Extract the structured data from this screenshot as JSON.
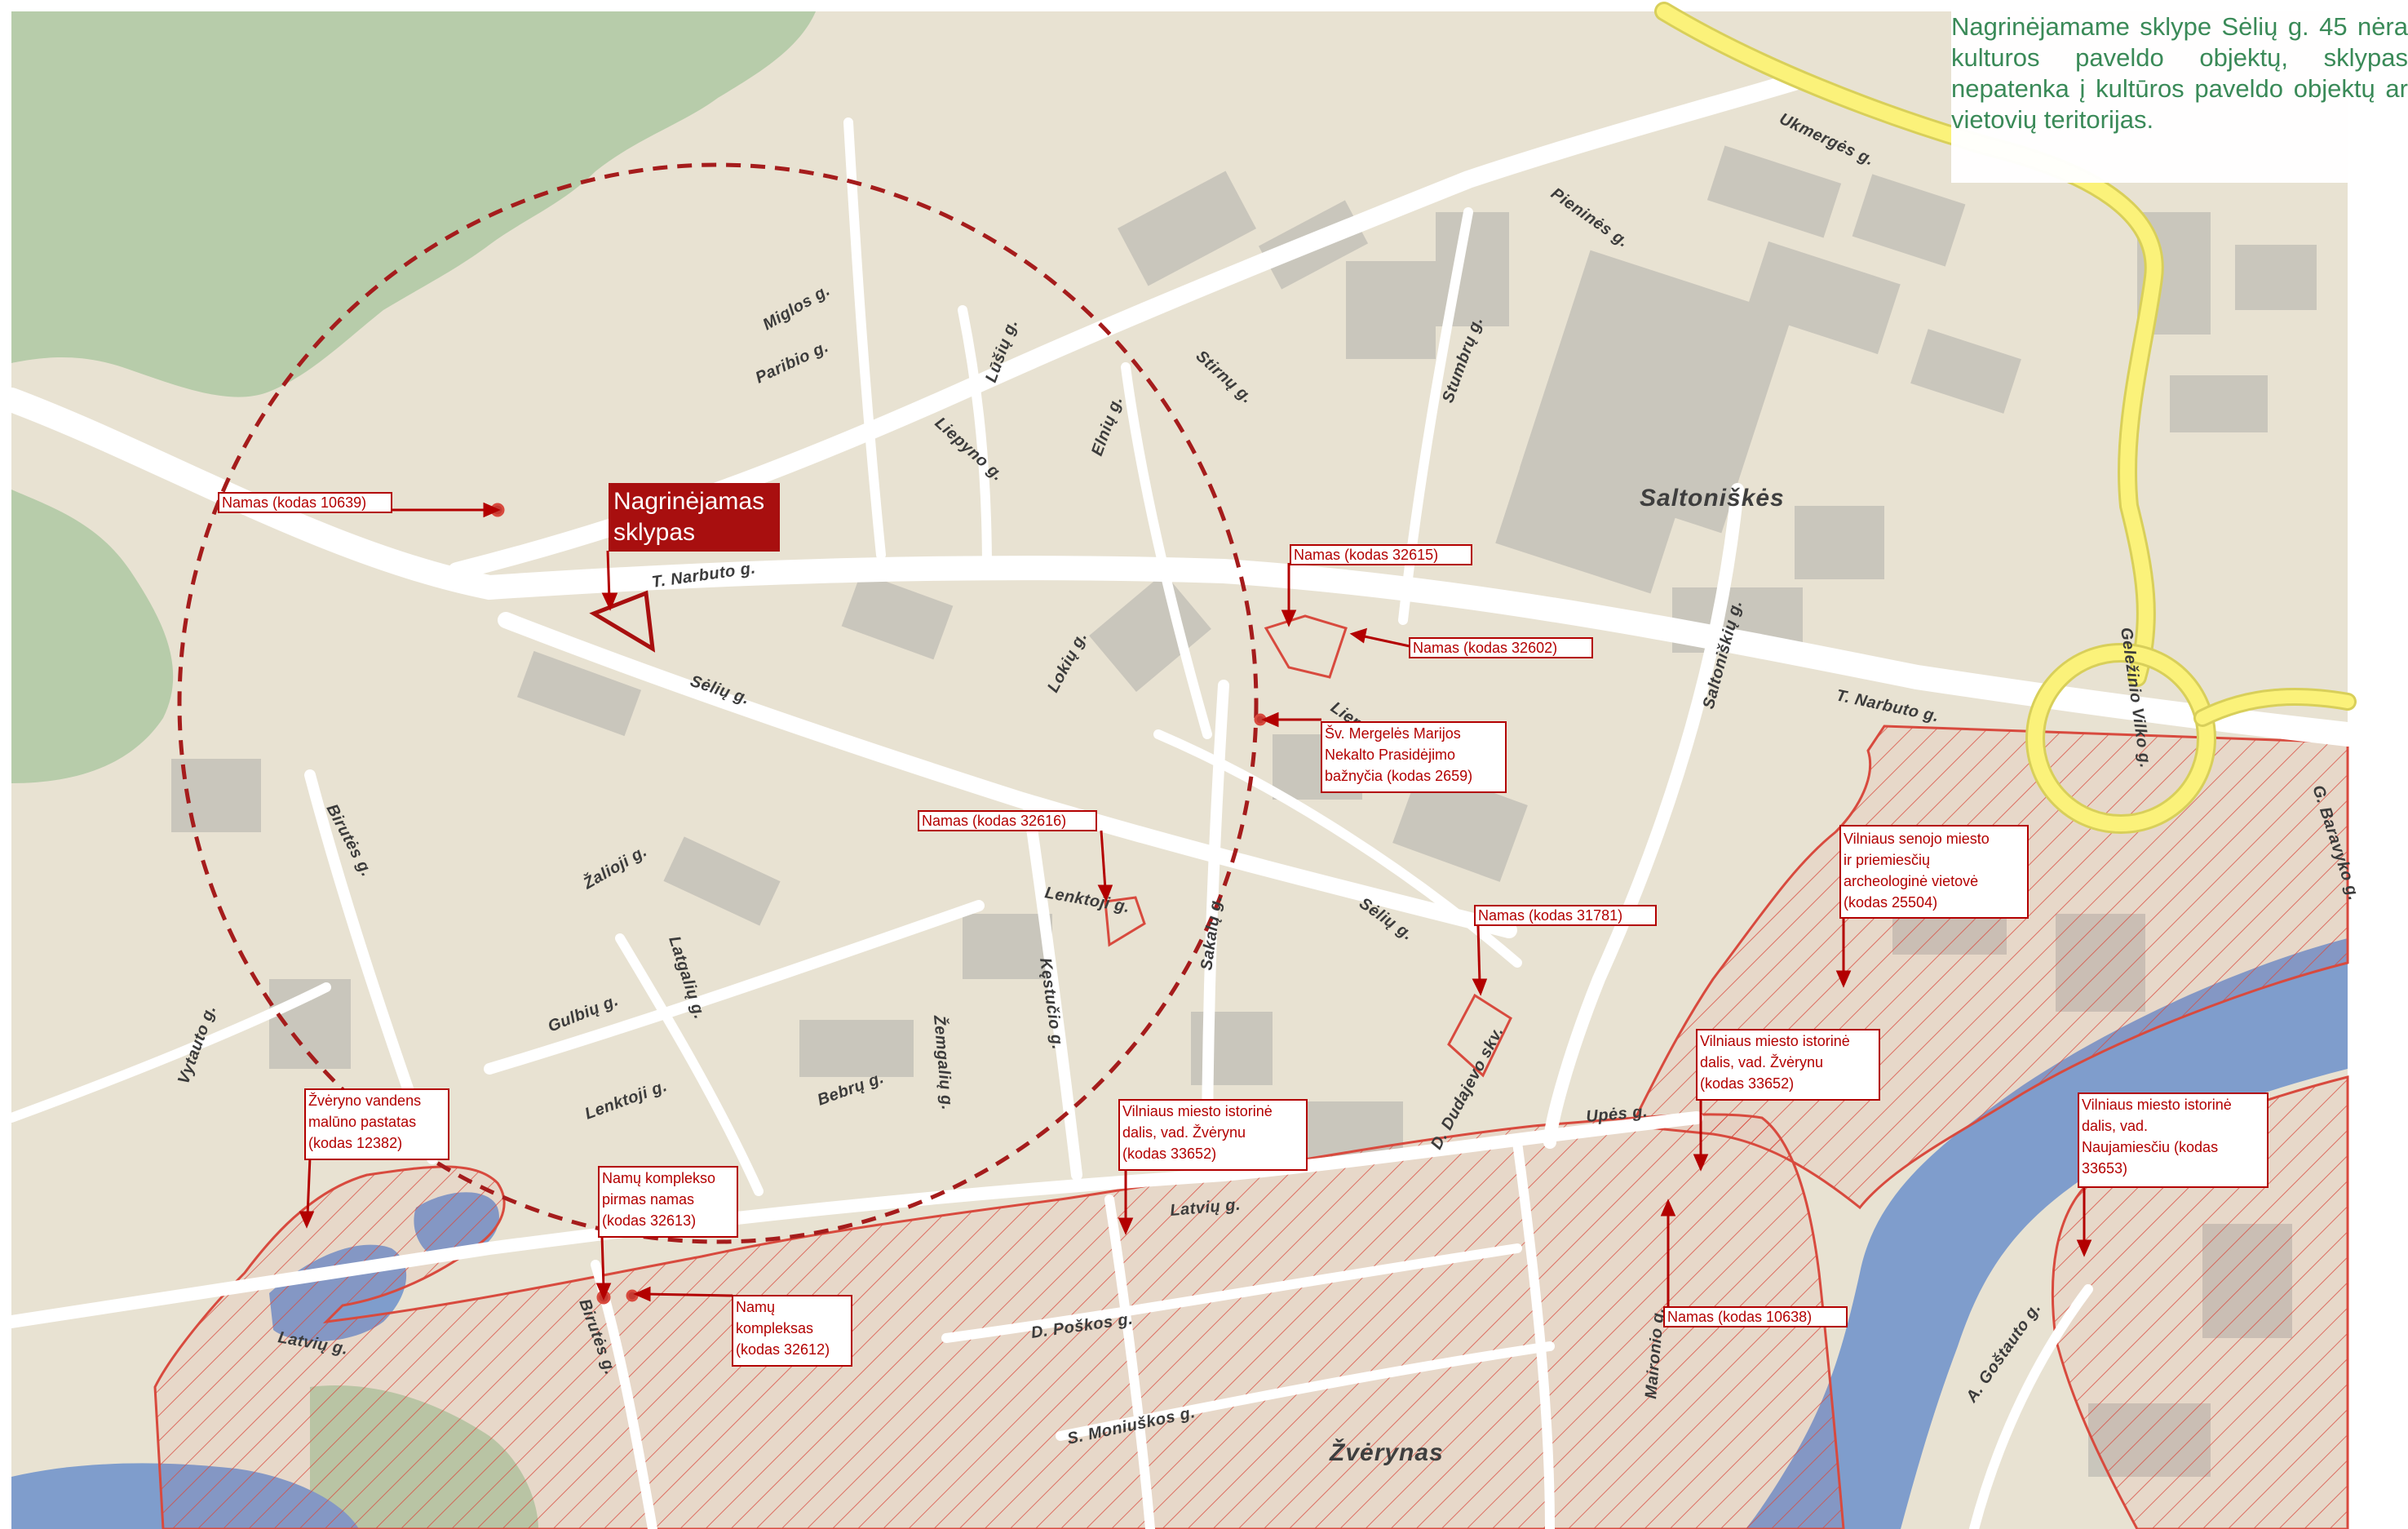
{
  "info_box": {
    "text": "Nagrinėjamame sklype Sėlių g. 45 nėra kulturos paveldo objektų, sklypas nepatenka į kultūros paveldo objektų ar vietovių teritorijas."
  },
  "subject_site": {
    "label_line1": "Nagrinėjamas",
    "label_line2": "sklypas",
    "fill_color": "#a80f0f"
  },
  "colors": {
    "land": "#e8e2d2",
    "forest": "#b7ccaa",
    "water": "#7f9dcc",
    "road": "#ffffff",
    "major_road": "#fbf27a",
    "building": "#c8c4bb",
    "heritage": "#d84a3e",
    "label_border": "#b30000",
    "radius_circle": "#a51c1c"
  },
  "districts": [
    "Saltoniškės",
    "Žvėrynas"
  ],
  "streets": [
    "Ukmergės g.",
    "Pieninės g.",
    "Miglos g.",
    "Paribio g.",
    "Lūšių g.",
    "Stirnų g.",
    "Stumbrų g.",
    "Liepyno g.",
    "Elnių g.",
    "T. Narbuto g.",
    "T. Narbuto g.",
    "Sėlių g.",
    "Lokių g.",
    "Saltoniškių g.",
    "Geležinio Vilko g.",
    "G. Baravyko g.",
    "Birutės g.",
    "Žalioji g.",
    "Lenktoji g.",
    "Kęstučio g.",
    "Sakalų g.",
    "Sėlių g.",
    "Gulbių g.",
    "Latgalių g.",
    "Žemgalių g.",
    "Bebrų g.",
    "Lenktoji g.",
    "Vytauto g.",
    "D. Dudajevo skv.",
    "Upės g.",
    "Latvių g.",
    "Latvių g.",
    "D. Poškos g.",
    "S. Moniuškos g.",
    "Birutės g.",
    "Maironio g.",
    "A. Goštauto g.",
    "Liepyno g."
  ],
  "labels": [
    {
      "id": "10639",
      "text": "Namas (kodas 10639)"
    },
    {
      "id": "32615",
      "text": "Namas (kodas 32615)"
    },
    {
      "id": "32602",
      "text": "Namas (kodas 32602)"
    },
    {
      "id": "2659",
      "text": "Šv. Mergelės Marijos\nNekalto Prasidėjimo\nbažnyčia (kodas 2659)"
    },
    {
      "id": "32616",
      "text": "Namas (kodas 32616)"
    },
    {
      "id": "25504",
      "text": "Vilniaus senojo miesto\nir priemiesčių\narcheologinė vietovė\n(kodas 25504)"
    },
    {
      "id": "31781",
      "text": "Namas (kodas 31781)"
    },
    {
      "id": "33652a",
      "text": "Vilniaus miesto istorinė\ndalis, vad. Žvėrynu\n(kodas 33652)"
    },
    {
      "id": "33652b",
      "text": "Vilniaus miesto istorinė\ndalis, vad. Žvėrynu\n(kodas 33652)"
    },
    {
      "id": "33653",
      "text": "Vilniaus miesto istorinė\ndalis, vad.\nNaujamiesčiu (kodas\n33653)"
    },
    {
      "id": "12382",
      "text": "Žvėryno vandens\nmalūno pastatas\n(kodas 12382)"
    },
    {
      "id": "32613",
      "text": "Namų komplekso\npirmas namas\n(kodas 32613)"
    },
    {
      "id": "32612",
      "text": "Namų\nkompleksas\n(kodas 32612)"
    },
    {
      "id": "10638",
      "text": "Namas (kodas 10638)"
    }
  ]
}
